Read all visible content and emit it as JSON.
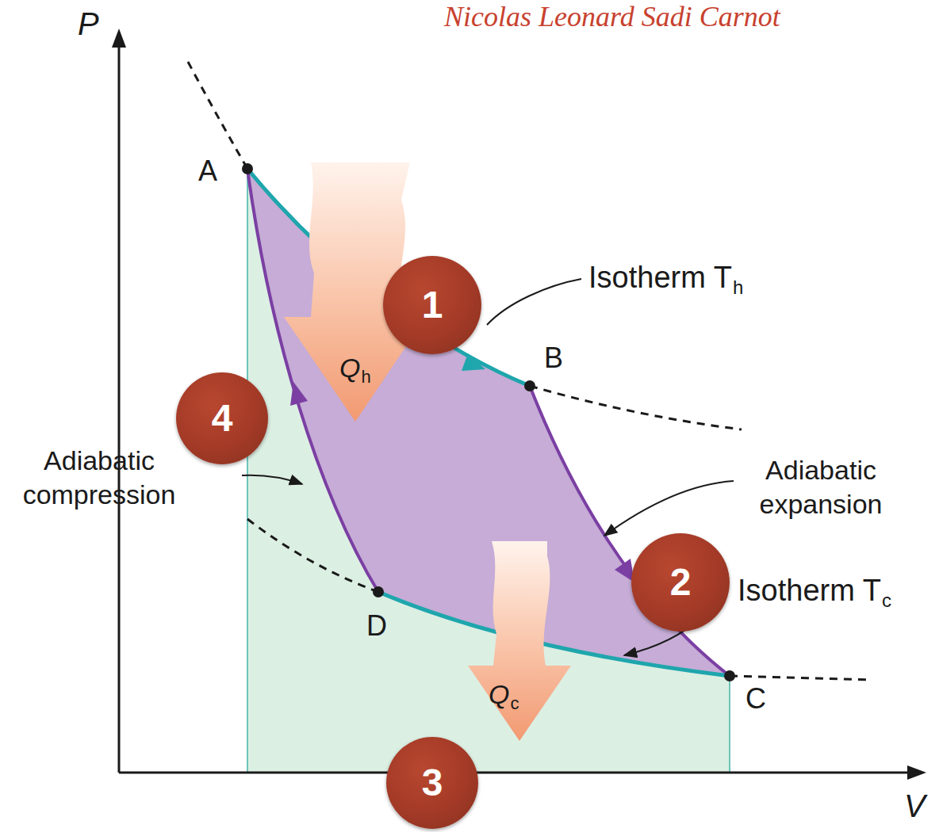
{
  "diagram": {
    "title": "Nicolas Leonard Sadi Carnot",
    "nodes": [
      {
        "text": [
          "1"
        ]
      },
      {
        "text": [
          "4"
        ]
      },
      {
        "text": [
          "2"
        ]
      },
      {
        "text": [
          "3"
        ]
      }
    ],
    "labels": [
      "P",
      "V",
      "A",
      "B",
      "C",
      "D",
      "Q",
      "h",
      "Q",
      "c",
      "Isotherm T",
      "h",
      "Isotherm T",
      "c",
      "Adiabatic compression",
      "Adiabatic expansion"
    ]
  }
}
